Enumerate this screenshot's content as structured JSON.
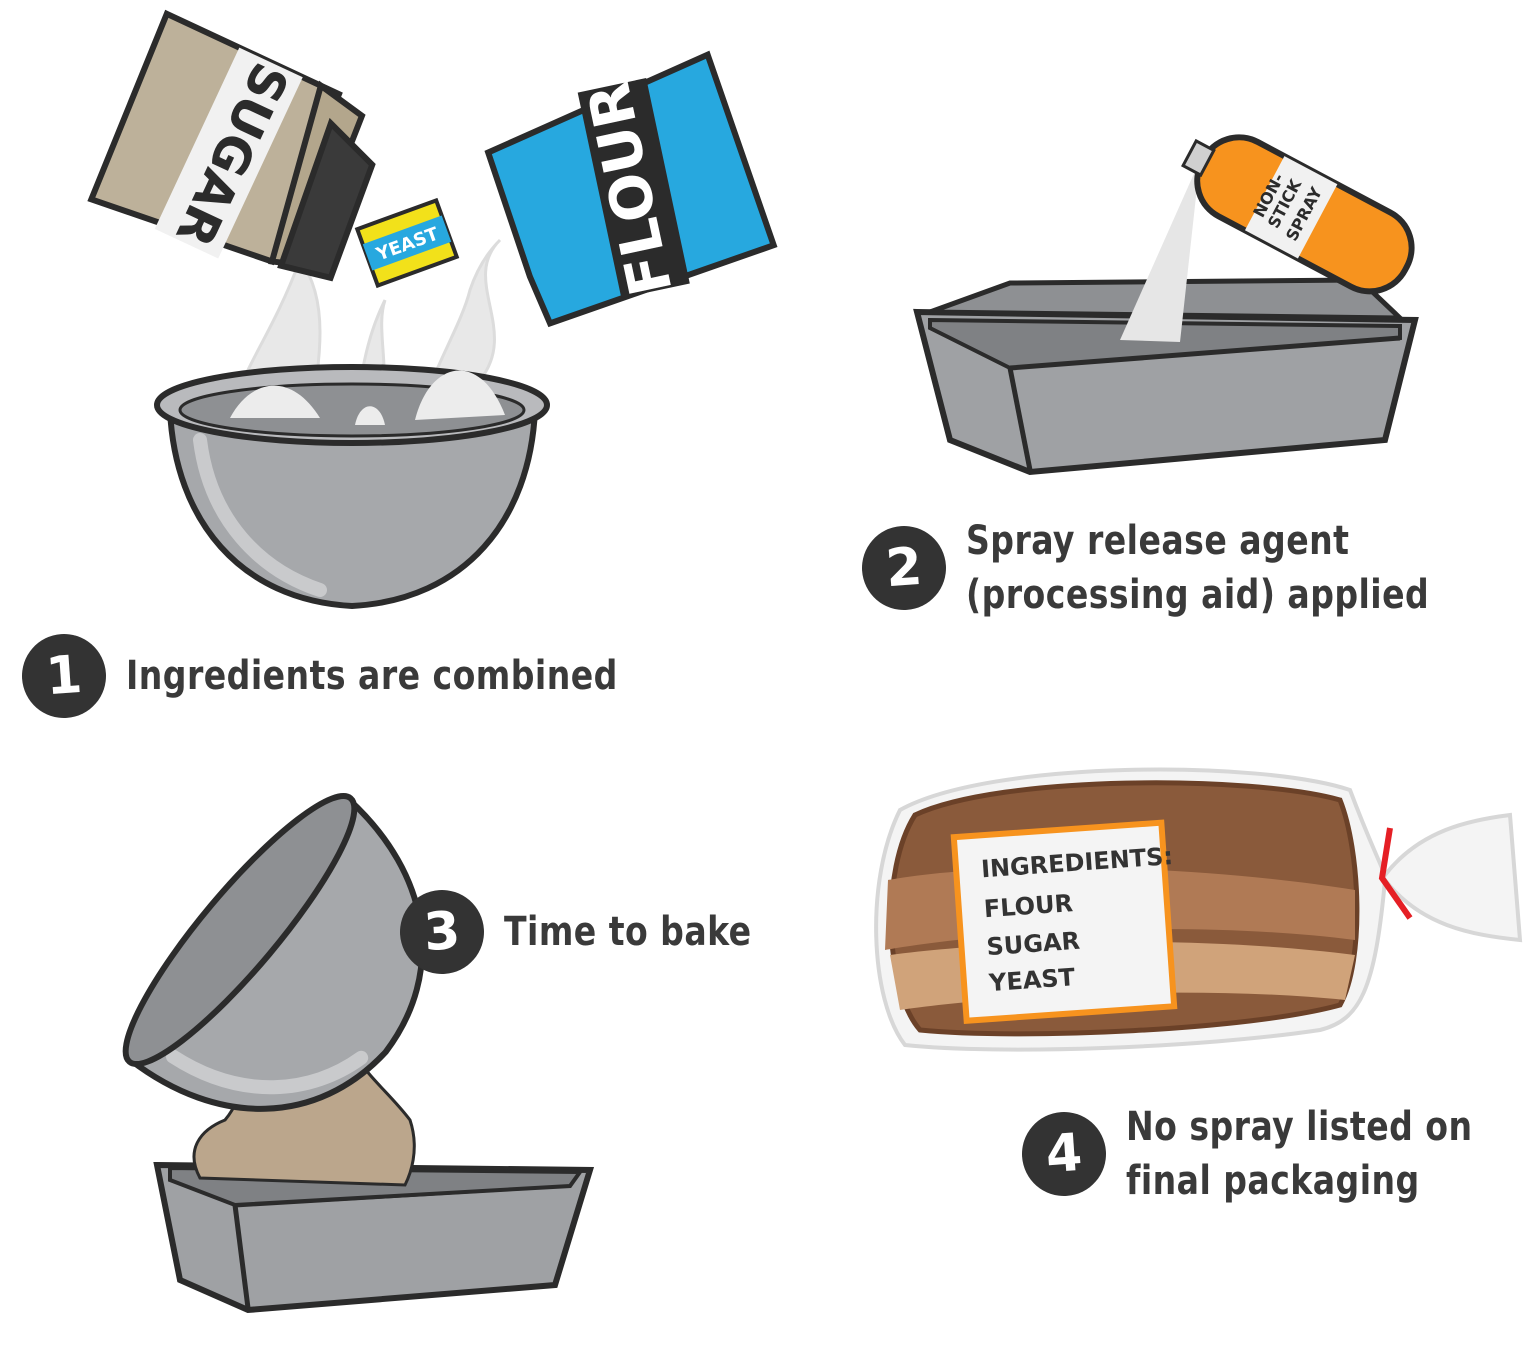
{
  "steps": [
    {
      "number": "1",
      "caption_lines": [
        "Ingredients are combined"
      ]
    },
    {
      "number": "2",
      "caption_lines": [
        "Spray release agent",
        "(processing aid) applied"
      ]
    },
    {
      "number": "3",
      "caption_lines": [
        "Time to bake"
      ]
    },
    {
      "number": "4",
      "caption_lines": [
        "No spray listed on",
        "final packaging"
      ]
    }
  ],
  "packages": {
    "sugar": "SUGAR",
    "yeast": "YEAST",
    "flour": "FLOUR",
    "spray": [
      "NON-",
      "STICK",
      "SPRAY"
    ]
  },
  "label": {
    "heading": "INGREDIENTS:",
    "items": [
      "FLOUR",
      "SUGAR",
      "YEAST"
    ]
  },
  "colors": {
    "sugar_bag": "#bdb19a",
    "flour_bag": "#27a8df",
    "yeast_packet": "#f2e11a",
    "spray_can": "#f7931e",
    "metal": "#9fa1a4",
    "dough": "#bba68c",
    "bread": "#8a5a3b",
    "outline": "#2b2b2b",
    "tie": "#e51f25"
  }
}
